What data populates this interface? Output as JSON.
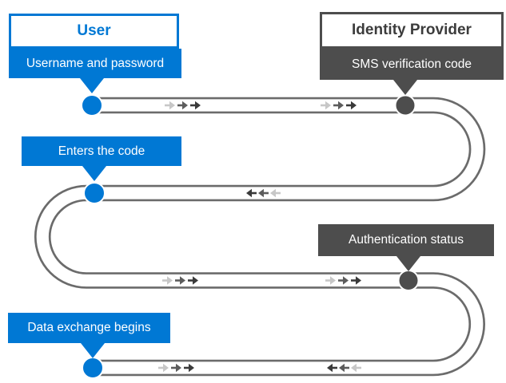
{
  "diagram": {
    "type": "flow",
    "background": "#FFFFFF",
    "actors": {
      "user": {
        "title": "User",
        "accent": "#0078D4"
      },
      "identity_provider": {
        "title": "Identity Provider",
        "accent": "#4D4D4D"
      }
    },
    "steps": [
      {
        "label": "Username and password",
        "actor": "user"
      },
      {
        "label": "SMS verification code",
        "actor": "identity_provider"
      },
      {
        "label": "Enters the code",
        "actor": "user"
      },
      {
        "label": "Authentication status",
        "actor": "identity_provider"
      },
      {
        "label": "Data exchange begins",
        "actor": "user"
      }
    ],
    "icons": {
      "flow_arrows_right": "→→→",
      "flow_arrows_left": "←←←",
      "step_marker": "●",
      "callout_pointer": "▼"
    },
    "colors": {
      "track": "#6B6B6B",
      "arrow_light": "#C7C7C7",
      "arrow_mid": "#5C5C5C",
      "arrow_dark": "#3A3A3A",
      "user_accent": "#0078D4",
      "provider_accent": "#4D4D4D"
    }
  }
}
